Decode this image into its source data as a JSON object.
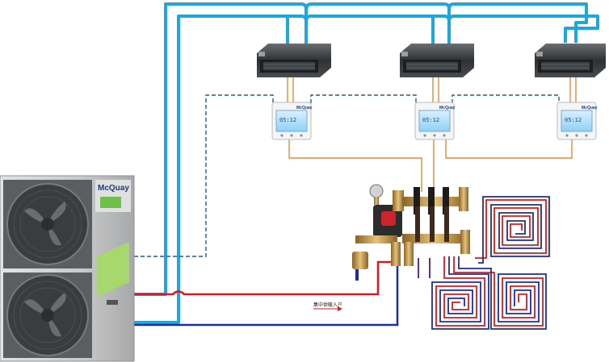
{
  "outdoor_unit": {
    "brand": "McQuay",
    "color": "#c9cacb",
    "fan_color": "#3a3c3e"
  },
  "indoor_units": [
    {
      "name": "ducted-unit-left"
    },
    {
      "name": "ducted-unit-middle"
    },
    {
      "name": "ducted-unit-right"
    }
  ],
  "thermostats": [
    {
      "name": "thermostat-left",
      "brand": "McQuay",
      "display": "05:12"
    },
    {
      "name": "thermostat-middle",
      "brand": "McQuay",
      "display": "05:12"
    },
    {
      "name": "thermostat-right",
      "brand": "McQuay",
      "display": "05:12"
    }
  ],
  "manifold": {
    "label": "集中供暖入户"
  },
  "colors": {
    "refrigerant_pipe": "#1ea7dc",
    "signal_line": "#1f5d9c",
    "control_wire": "#e08a3a",
    "hot_water": "#d71920",
    "return_water": "#1b2e9c",
    "brass": "#c89a4a"
  }
}
